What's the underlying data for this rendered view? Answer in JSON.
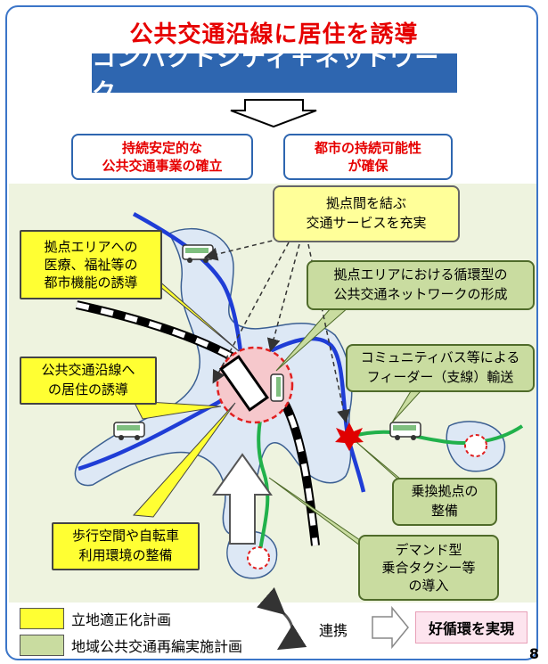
{
  "title": "公共交通沿線に居住を誘導",
  "banner": "コンパクトシティ＋ネットワーク",
  "goals": {
    "left": [
      "持続安定的な",
      "公共交通事業の確立"
    ],
    "right": [
      "都市の持続可能性",
      "が確保"
    ]
  },
  "callouts": {
    "link_service": [
      "拠点間を結ぶ",
      "交通サービスを充実"
    ],
    "core_functions": [
      "拠点エリアへの",
      "医療、福祉等の",
      "都市機能の誘導"
    ],
    "circular_network": [
      "拠点エリアにおける循環型の",
      "公共交通ネットワークの形成"
    ],
    "residence_along": [
      "公共交通沿線へ",
      "の居住の誘導"
    ],
    "feeder": [
      "コミュニティバス等による",
      "フィーダー（支線）輸送"
    ],
    "transfer_hub": [
      "乗換拠点の",
      "整備"
    ],
    "walk_bike": [
      "歩行空間や自転車",
      "利用環境の整備"
    ],
    "demand_taxi": [
      "デマンド型",
      "乗合タクシー等",
      "の導入"
    ]
  },
  "legend": {
    "yellow_label": "立地適正化計画",
    "green_label": "地域公共交通再編実施計画",
    "link_label": "連携",
    "result_label": "好循環を実現",
    "colors": {
      "yellow": "#ffff33",
      "green": "#c9dca0"
    }
  },
  "page_number": "8"
}
